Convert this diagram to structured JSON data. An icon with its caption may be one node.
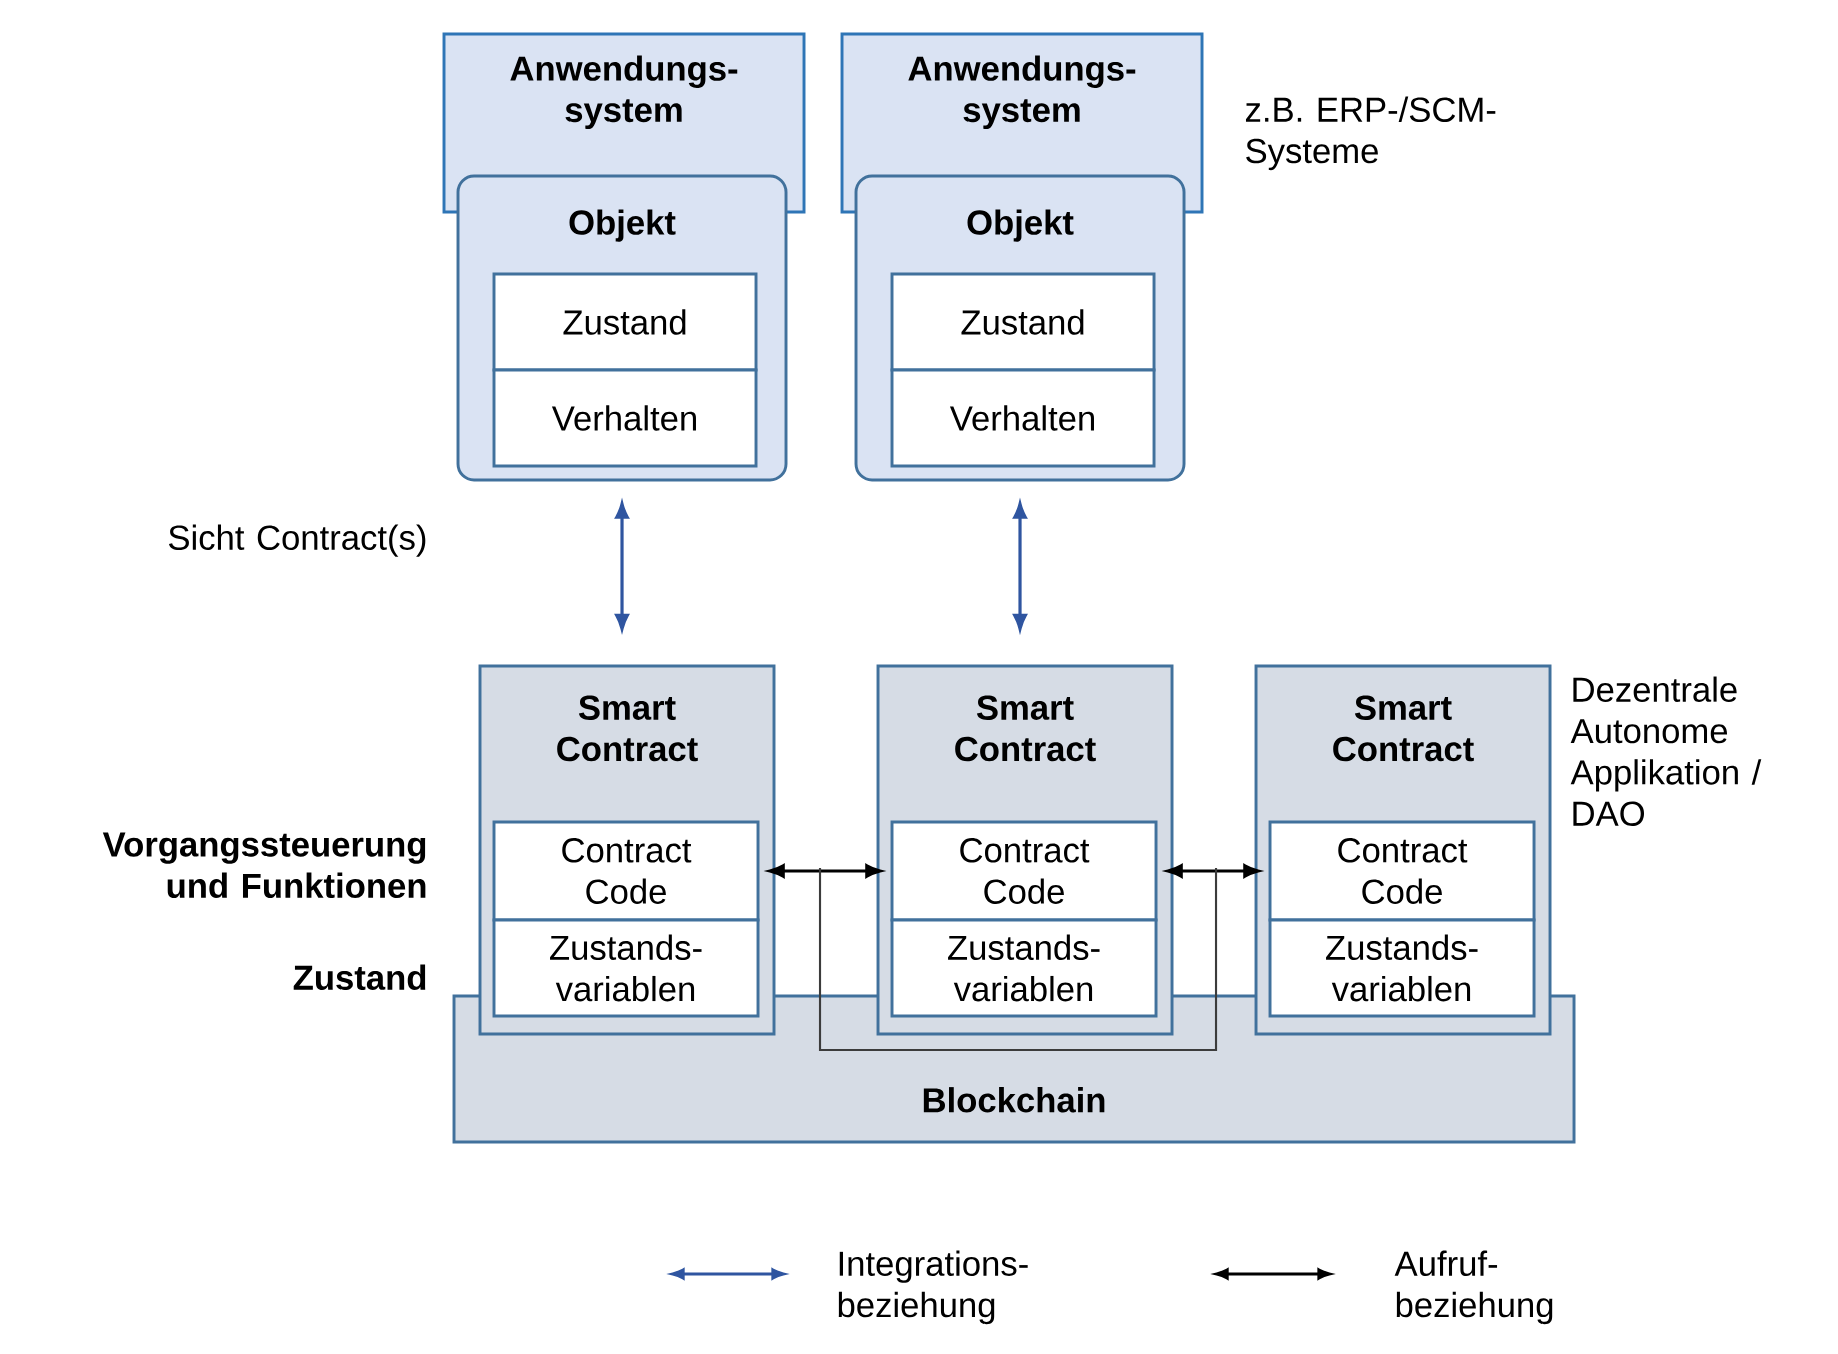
{
  "diagram": {
    "nodes": [
      {
        "text": [
          "Anwendungs- system"
        ]
      },
      {
        "text": [
          "Objekt"
        ]
      },
      {
        "text": [
          "Zustand"
        ],
        "in": 1
      },
      {
        "text": [
          "Verhalten"
        ],
        "in": 1
      },
      {
        "text": [
          "Anwendungs- system"
        ],
        "beside": [
          "z.B. ERP-/SCM- Systeme"
        ]
      },
      {
        "text": [
          "Objekt"
        ]
      },
      {
        "text": [
          "Zustand"
        ],
        "in": 5
      },
      {
        "text": [
          "Verhalten"
        ],
        "in": 5
      },
      {
        "text": [
          "Smart Contract"
        ]
      },
      {
        "text": [
          "Contract Code"
        ],
        "in": 8
      },
      {
        "text": [
          "Zustands- variablen"
        ],
        "in": 8
      },
      {
        "text": [
          "Smart Contract"
        ]
      },
      {
        "text": [
          "Contract Code"
        ],
        "in": 11
      },
      {
        "text": [
          "Zustands- variablen"
        ],
        "in": 11
      },
      {
        "text": [
          "Smart Contract"
        ],
        "beside": [
          "Dezentrale Autonome Applikation / DAO"
        ]
      },
      {
        "text": [
          "Contract Code"
        ],
        "in": 14
      },
      {
        "text": [
          "Zustands- variablen"
        ],
        "in": 14
      },
      {
        "text": [
          "Blockchain"
        ]
      }
    ],
    "edges": [
      {
        "from": 1,
        "to": 8,
        "arrow": "both",
        "color": "#2f55a0"
      },
      {
        "from": 5,
        "to": 11,
        "arrow": "both",
        "color": "#2f55a0"
      },
      {
        "from": 9,
        "to": 12,
        "arrow": "both",
        "color": "#000000"
      },
      {
        "from": 12,
        "to": 15,
        "arrow": "both",
        "color": "#000000"
      }
    ],
    "labels": [
      "Sicht Contract(s)",
      "Vorgangssteuerung und Funktionen",
      "Zustand"
    ],
    "legend": [
      {
        "text": "Integrations- beziehung"
      },
      {
        "text": "Aufruf- beziehung"
      }
    ]
  }
}
